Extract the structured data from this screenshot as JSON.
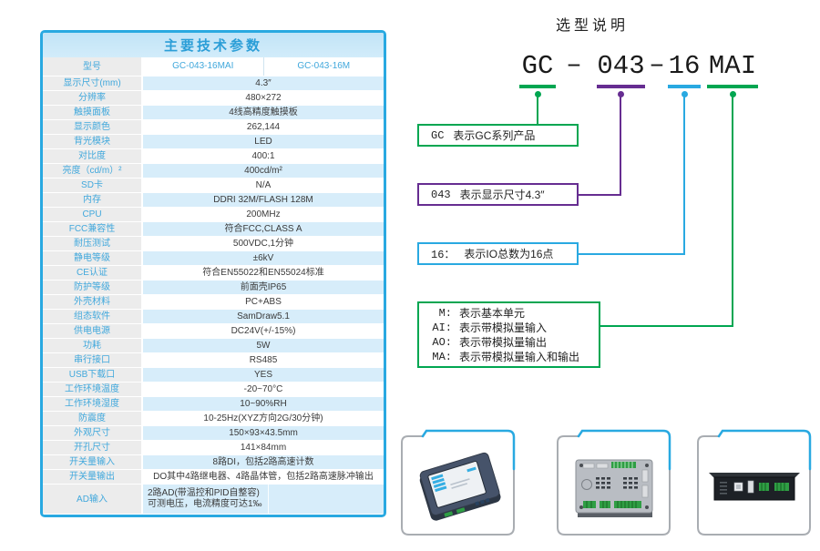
{
  "colors": {
    "accent_cyan": "#29a9e1",
    "green": "#00a651",
    "purple": "#662d91",
    "stripe_blue": "#d7edfa",
    "header_bg": "#c9e8f8",
    "label_bg": "#ececec",
    "label_text": "#41a8dc",
    "title_text": "#2b9ed7",
    "value_text": "#3a3a3a"
  },
  "table": {
    "title": "主要技术参数",
    "rows": [
      {
        "label": "型号",
        "cols": [
          "GC-043-16MAI",
          "GC-043-16M"
        ]
      },
      {
        "label": "显示尺寸(mm)",
        "value": "4.3″"
      },
      {
        "label": "分辨率",
        "value": "480×272"
      },
      {
        "label": "触摸面板",
        "value": "4线高精度触摸板"
      },
      {
        "label": "显示颜色",
        "value": "262,144"
      },
      {
        "label": "背光模块",
        "value": "LED"
      },
      {
        "label": "对比度",
        "value": "400:1"
      },
      {
        "label": "亮度（cd/m）²",
        "value": "400cd/m²"
      },
      {
        "label": "SD卡",
        "value": "N/A"
      },
      {
        "label": "内存",
        "value": "DDRI 32M/FLASH 128M"
      },
      {
        "label": "CPU",
        "value": "200MHz"
      },
      {
        "label": "FCC兼容性",
        "value": "符合FCC,CLASS A"
      },
      {
        "label": "耐压测试",
        "value": "500VDC,1分钟"
      },
      {
        "label": "静电等级",
        "value": "±6kV"
      },
      {
        "label": "CE认证",
        "value": "符合EN55022和EN55024标准"
      },
      {
        "label": "防护等级",
        "value": "前面壳IP65"
      },
      {
        "label": "外壳材料",
        "value": "PC+ABS"
      },
      {
        "label": "组态软件",
        "value": "SamDraw5.1"
      },
      {
        "label": "供电电源",
        "value": "DC24V(+/-15%)"
      },
      {
        "label": "功耗",
        "value": "5W"
      },
      {
        "label": "串行接口",
        "value": "RS485"
      },
      {
        "label": "USB下载口",
        "value": "YES"
      },
      {
        "label": "工作环境温度",
        "value": "-20~70°C"
      },
      {
        "label": "工作环境湿度",
        "value": "10~90%RH"
      },
      {
        "label": "防震度",
        "value": "10-25Hz(XYZ方向2G/30分钟)"
      },
      {
        "label": "外观尺寸",
        "value": "150×93×43.5mm"
      },
      {
        "label": "开孔尺寸",
        "value": "141×84mm"
      },
      {
        "label": "开关量输入",
        "value": "8路DI，包括2路高速计数"
      },
      {
        "label": "开关量输出",
        "value": "DO其中4路继电器、4路晶体管，包括2路高速脉冲输出"
      },
      {
        "label": "AD输入",
        "value": "2路AD(带温控和PID自整容)\n可测电压，电流精度可达1‰",
        "tall": true
      }
    ]
  },
  "diagram": {
    "title": "选型说明",
    "model": {
      "dash": "–",
      "segments": [
        {
          "text": "GC",
          "color": "#00a651"
        },
        {
          "text": "043",
          "color": "#662d91"
        },
        {
          "text": "16",
          "color": "#29a9e1"
        },
        {
          "text": "MAI",
          "color": "#00a651"
        }
      ]
    },
    "boxes": [
      {
        "key": "GC",
        "desc": "表示GC系列产品",
        "color": "#00a651"
      },
      {
        "key": "043",
        "desc": "表示显示尺寸4.3″",
        "color": "#662d91"
      },
      {
        "key": "16：",
        "desc": "表示IO总数为16点",
        "color": "#29a9e1"
      },
      {
        "color": "#00a651",
        "lines": [
          {
            "key": "M:",
            "desc": "表示基本单元"
          },
          {
            "key": "AI:",
            "desc": "表示带模拟量输入"
          },
          {
            "key": "AO:",
            "desc": "表示带模拟量输出"
          },
          {
            "key": "MA:",
            "desc": "表示带模拟量输入和输出"
          }
        ]
      }
    ]
  },
  "gallery": {
    "frames": [
      {
        "name": "hmi-front-perspective-photo"
      },
      {
        "name": "hmi-rear-terminals-photo"
      },
      {
        "name": "hmi-side-ports-photo"
      }
    ]
  }
}
